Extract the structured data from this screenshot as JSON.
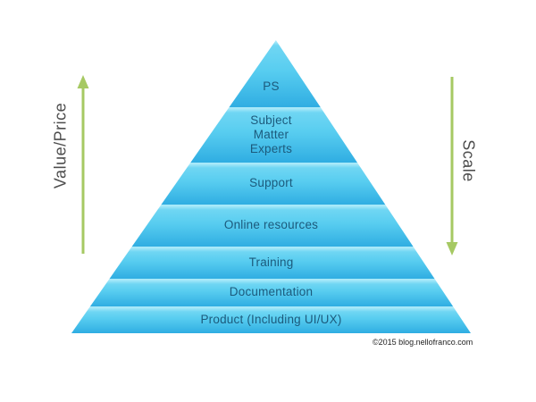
{
  "pyramid": {
    "layers": [
      {
        "id": "ps",
        "label": "PS"
      },
      {
        "id": "subject-matter-experts",
        "label": "Subject\nMatter\nExperts"
      },
      {
        "id": "support",
        "label": "Support"
      },
      {
        "id": "online-resources",
        "label": "Online resources"
      },
      {
        "id": "training",
        "label": "Training"
      },
      {
        "id": "documentation",
        "label": "Documentation"
      },
      {
        "id": "product",
        "label": "Product (Including UI/UX)"
      }
    ],
    "band_top_color": "#a8e9f9",
    "band_bottom_color": "#2fade2",
    "label_color": "#1c5a7c"
  },
  "axes": {
    "left": {
      "label": "Value/Price",
      "direction": "up"
    },
    "right": {
      "label": "Scale",
      "direction": "down"
    },
    "arrow_color": "#a6c963",
    "label_color": "#4d4d4d"
  },
  "footer": {
    "copyright": "©2015 blog.nellofranco.com"
  }
}
